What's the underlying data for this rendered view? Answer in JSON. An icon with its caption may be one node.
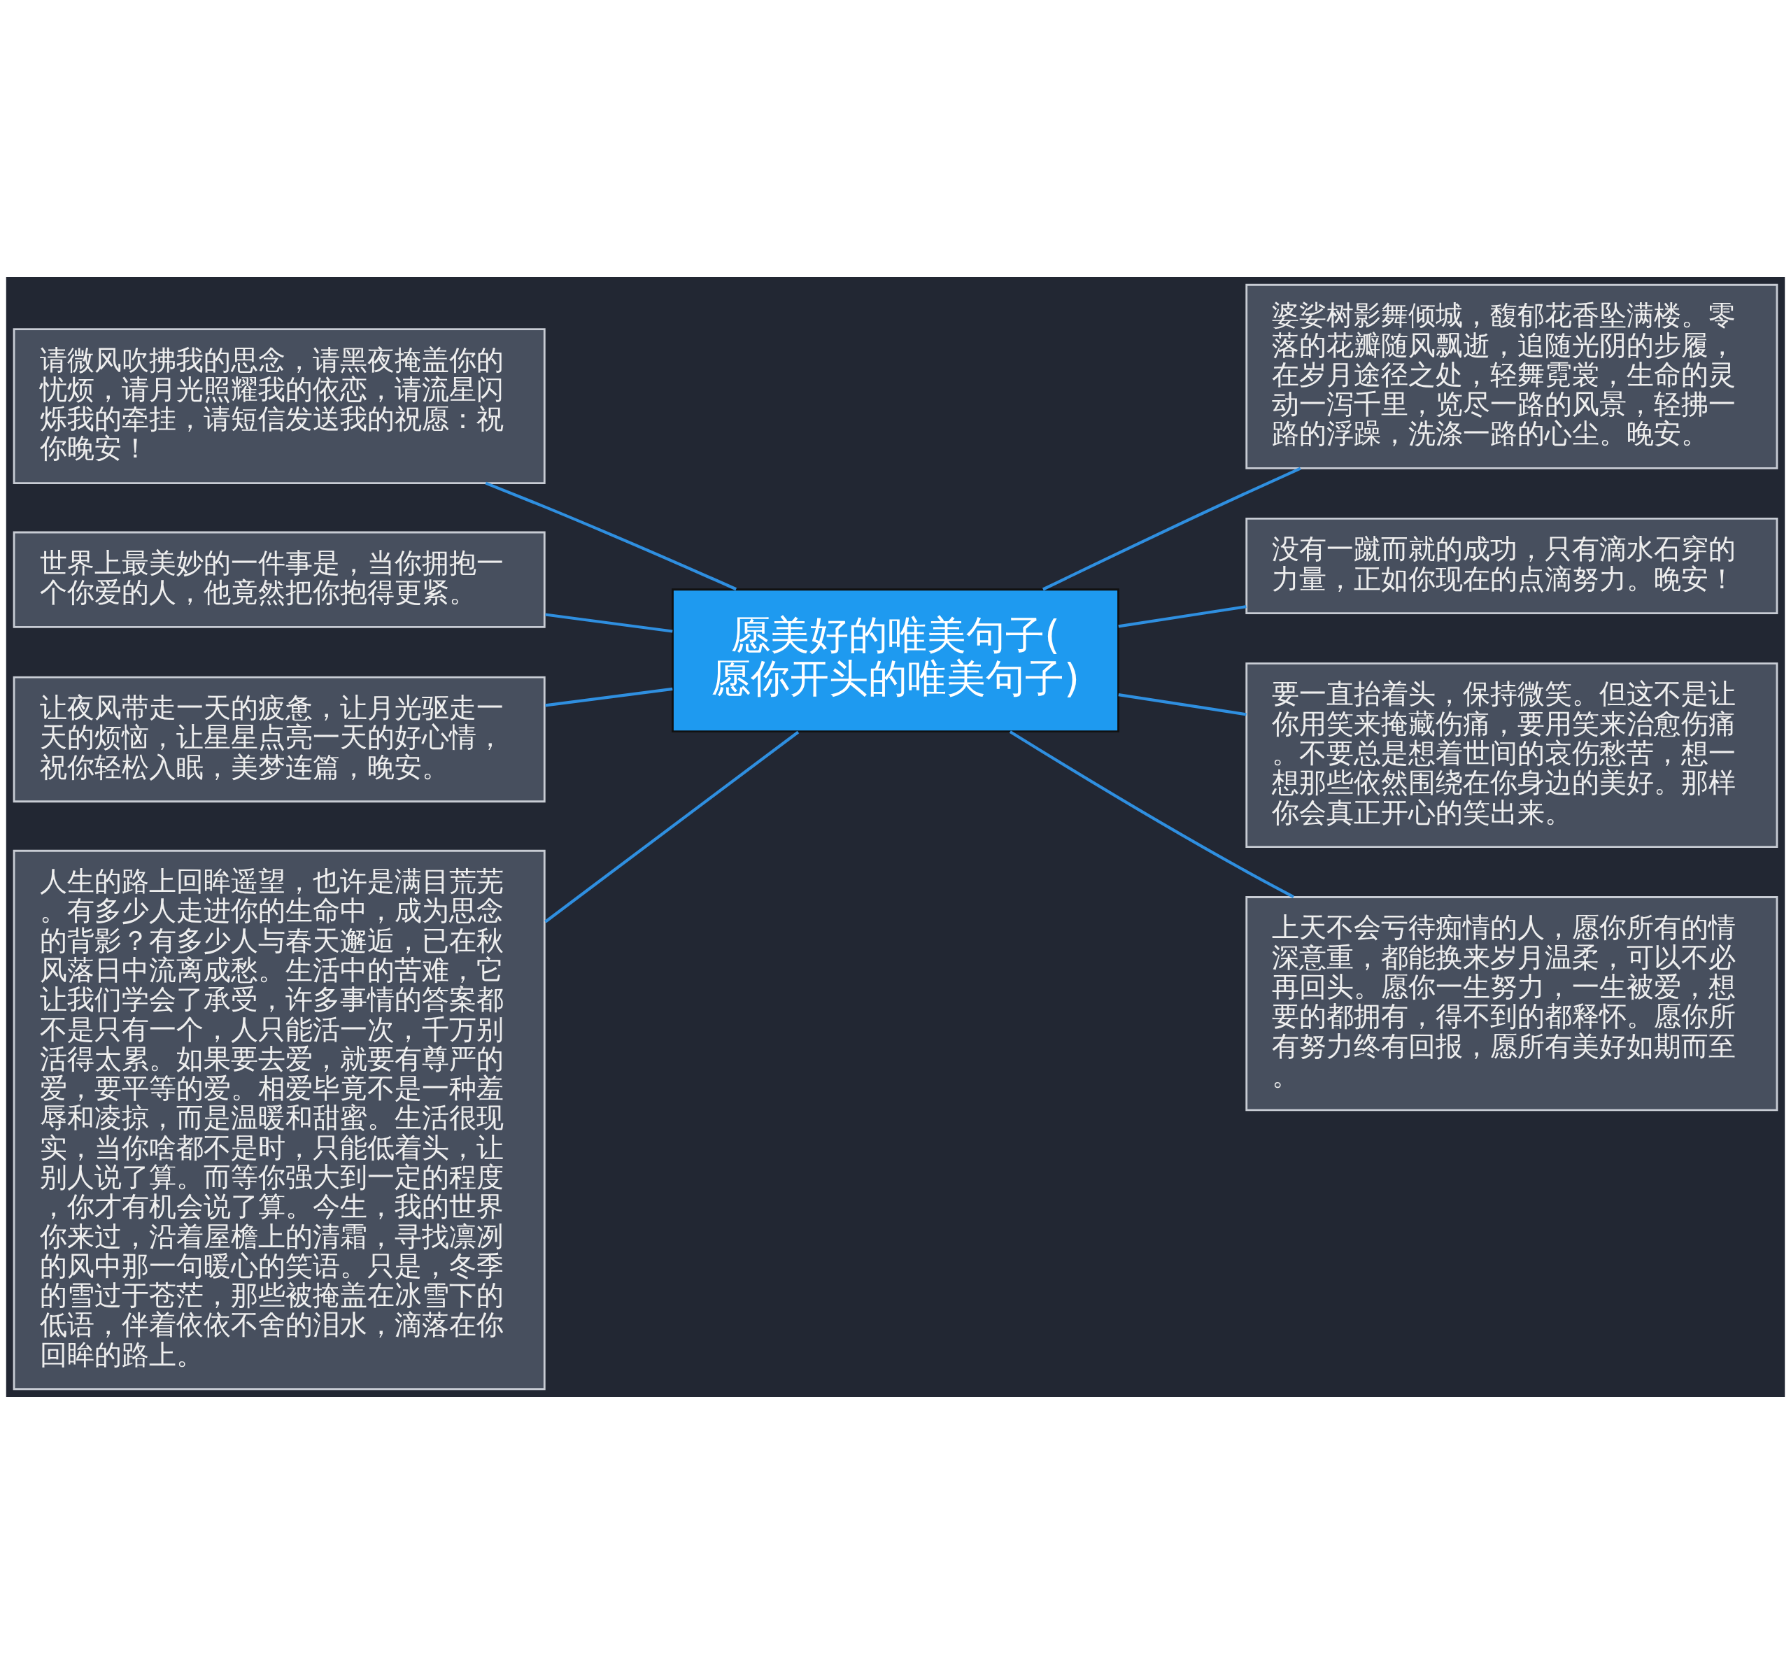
{
  "diagram": {
    "nodes": [
      {
        "text": [
          "愿美好的唯美句子(愿你开头的唯美句子)"
        ]
      },
      {
        "text": [
          "请微风吹拂我的思念，请黑夜掩盖你的忧烦，请月光照耀我的依恋，请流星闪烁我的牵挂，请短信发送我的祝愿：祝你晚安！"
        ]
      },
      {
        "text": [
          "世界上最美妙的一件事是，当你拥抱一个你爱的人，他竟然把你抱得更紧。"
        ]
      },
      {
        "text": [
          "让夜风带走一天的疲惫，让月光驱走一天的烦恼，让星星点亮一天的好心情，祝你轻松入眠，美梦连篇，晚安。"
        ]
      },
      {
        "text": [
          "人生的路上回眸遥望，也许是满目荒芜。有多少人走进你的生命中，成为思念的背影？有多少人与春天邂逅，已在秋风落日中流离成愁。生活中的苦难，它让我们学会了承受，许多事情的答案都不是只有一个，人只能活一次，千万别活得太累。如果要去爱，就要有尊严的爱，要平等的爱。相爱毕竟不是一种羞辱和凌掠，而是温暖和甜蜜。生活很现实，当你啥都不是时，只能低着头，让别人说了算。而等你强大到一定的程度，你才有机会说了算。今生，我的世界你来过，沿着屋檐上的清霜，寻找凛冽的风中那一句暖心的笑语。只是，冬季的雪过于苍茫，那些被掩盖在冰雪下的低语，伴着依依不舍的泪水，滴落在你回眸的路上。"
        ]
      },
      {
        "text": [
          "婆娑树影舞倾城，馥郁花香坠满楼。零落的花瓣随风飘逝，追随光阴的步履，在岁月途径之处，轻舞霓裳，生命的灵动一泻千里，览尽一路的风景，轻拂一路的浮躁，洗涤一路的心尘。晚安。"
        ]
      },
      {
        "text": [
          "没有一蹴而就的成功，只有滴水石穿的力量，正如你现在的点滴努力。晚安！"
        ]
      },
      {
        "text": [
          "要一直抬着头，保持微笑。但这不是让你用笑来掩藏伤痛，要用笑来治愈伤痛。不要总是想着世间的哀伤愁苦，想一想那些依然围绕在你身边的美好。那样你会真正开心的笑出来。"
        ]
      },
      {
        "text": [
          "上天不会亏待痴情的人，愿你所有的情深意重，都能换来岁月温柔，可以不必再回头。愿你一生努力，一生被爱，想要的都拥有，得不到的都释怀。愿你所有努力终有回报，愿所有美好如期而至。"
        ]
      }
    ],
    "edges": [
      {
        "from": 0,
        "to": 1,
        "arrow": "none"
      },
      {
        "from": 0,
        "to": 2,
        "arrow": "none"
      },
      {
        "from": 0,
        "to": 3,
        "arrow": "none"
      },
      {
        "from": 0,
        "to": 4,
        "arrow": "none"
      },
      {
        "from": 0,
        "to": 5,
        "arrow": "none"
      },
      {
        "from": 0,
        "to": 6,
        "arrow": "none"
      },
      {
        "from": 0,
        "to": 7,
        "arrow": "none"
      },
      {
        "from": 0,
        "to": 8,
        "arrow": "none"
      }
    ]
  }
}
